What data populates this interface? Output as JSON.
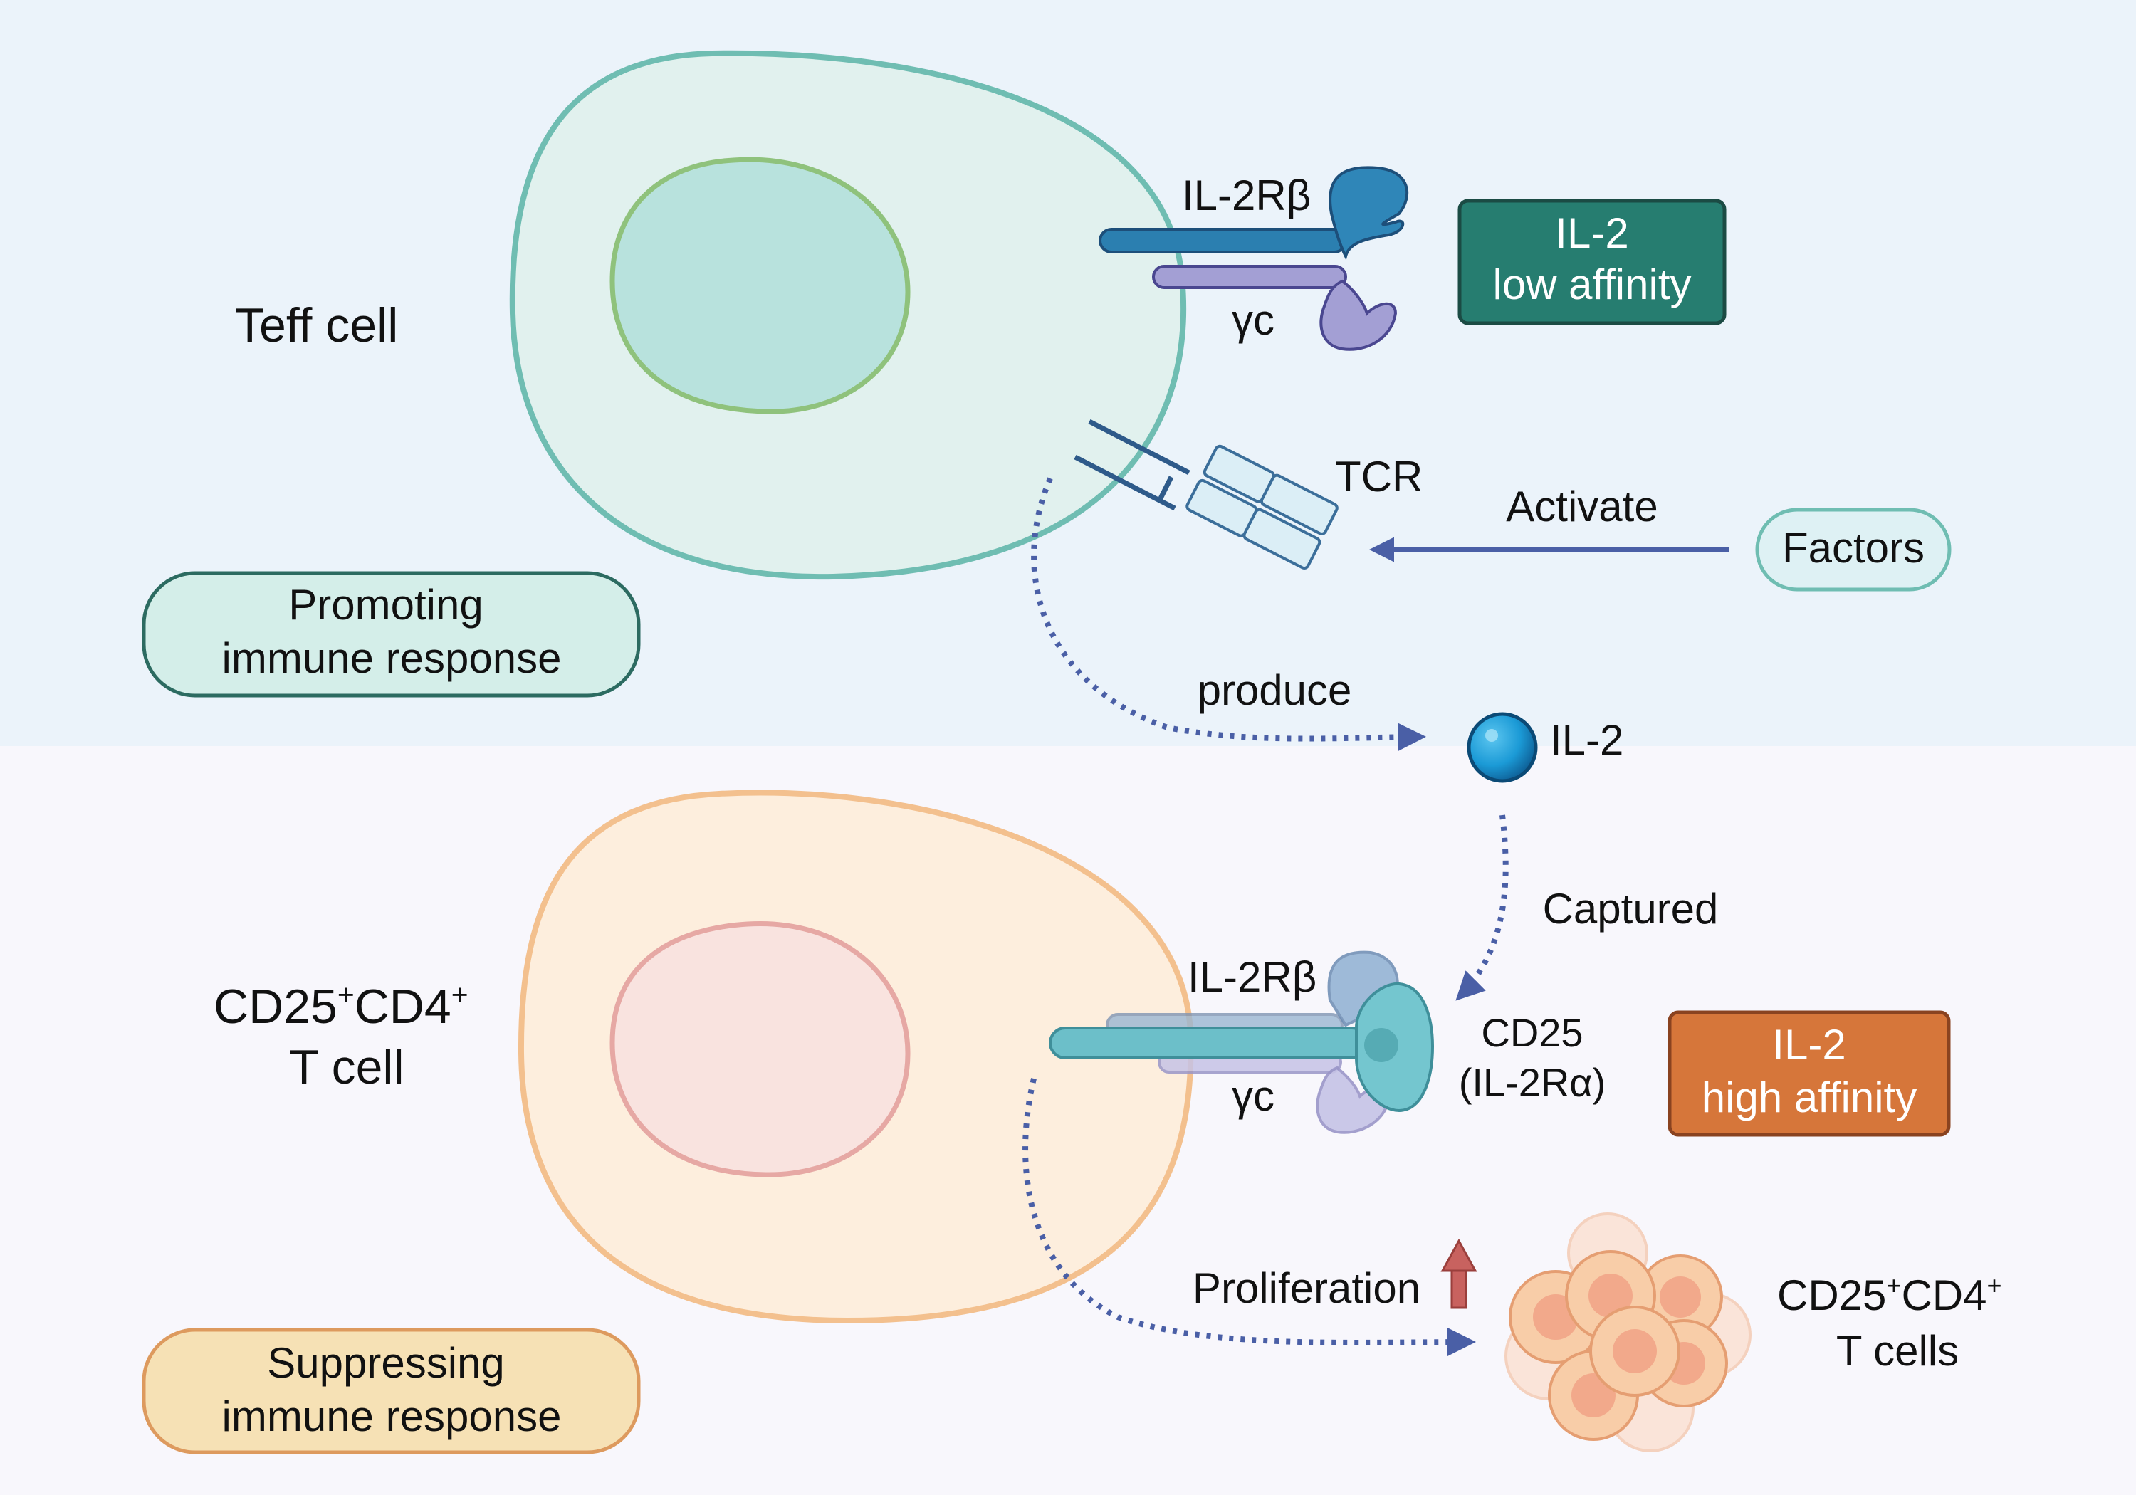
{
  "top": {
    "cell_label": "Teff cell",
    "receptor_beta": "IL-2Rβ",
    "receptor_gamma": "γc",
    "affinity_line1": "IL-2",
    "affinity_line2": "low affinity",
    "tcr_label": "TCR",
    "activate_label": "Activate",
    "factors_label": "Factors",
    "produce_label": "produce",
    "response_line1": "Promoting",
    "response_line2": "immune response"
  },
  "il2_label": "IL-2",
  "captured_label": "Captured",
  "bottom": {
    "cell_label_line1_a": "CD25",
    "cell_label_line1_sup1": "+",
    "cell_label_line1_b": "CD4",
    "cell_label_line1_sup2": "+",
    "cell_label_line2": "T cell",
    "receptor_beta": "IL-2Rβ",
    "receptor_gamma": "γc",
    "cd25_line1": "CD25",
    "cd25_line2": "(IL-2Rα)",
    "affinity_line1": "IL-2",
    "affinity_line2": "high affinity",
    "proliferation_label": "Proliferation",
    "cluster_line1_a": "CD25",
    "cluster_line1_sup1": "+",
    "cluster_line1_b": "CD4",
    "cluster_line1_sup2": "+",
    "cluster_line2": "T cells",
    "response_line1": "Suppressing",
    "response_line2": "immune response"
  },
  "colors": {
    "top_panel_bg": "#ebf3fa",
    "bottom_panel_bg": "#f8f7fc",
    "teff_membrane": "#6fbdb2",
    "teff_cytoplasm": "#e1f1ee",
    "teff_nucleus_border": "#8fc27c",
    "teff_nucleus": "#b8e2dd",
    "treg_membrane": "#f3c08e",
    "treg_cytoplasm": "#fdeedd",
    "treg_nucleus_border": "#e6a8a4",
    "treg_nucleus": "#f9e3df",
    "low_affinity_box": "#267d70",
    "high_affinity_box": "#d6763a",
    "arrow_blue": "#4a5fa6",
    "up_arrow_red": "#c8625f",
    "il2_ball": "#1b9ad6"
  }
}
